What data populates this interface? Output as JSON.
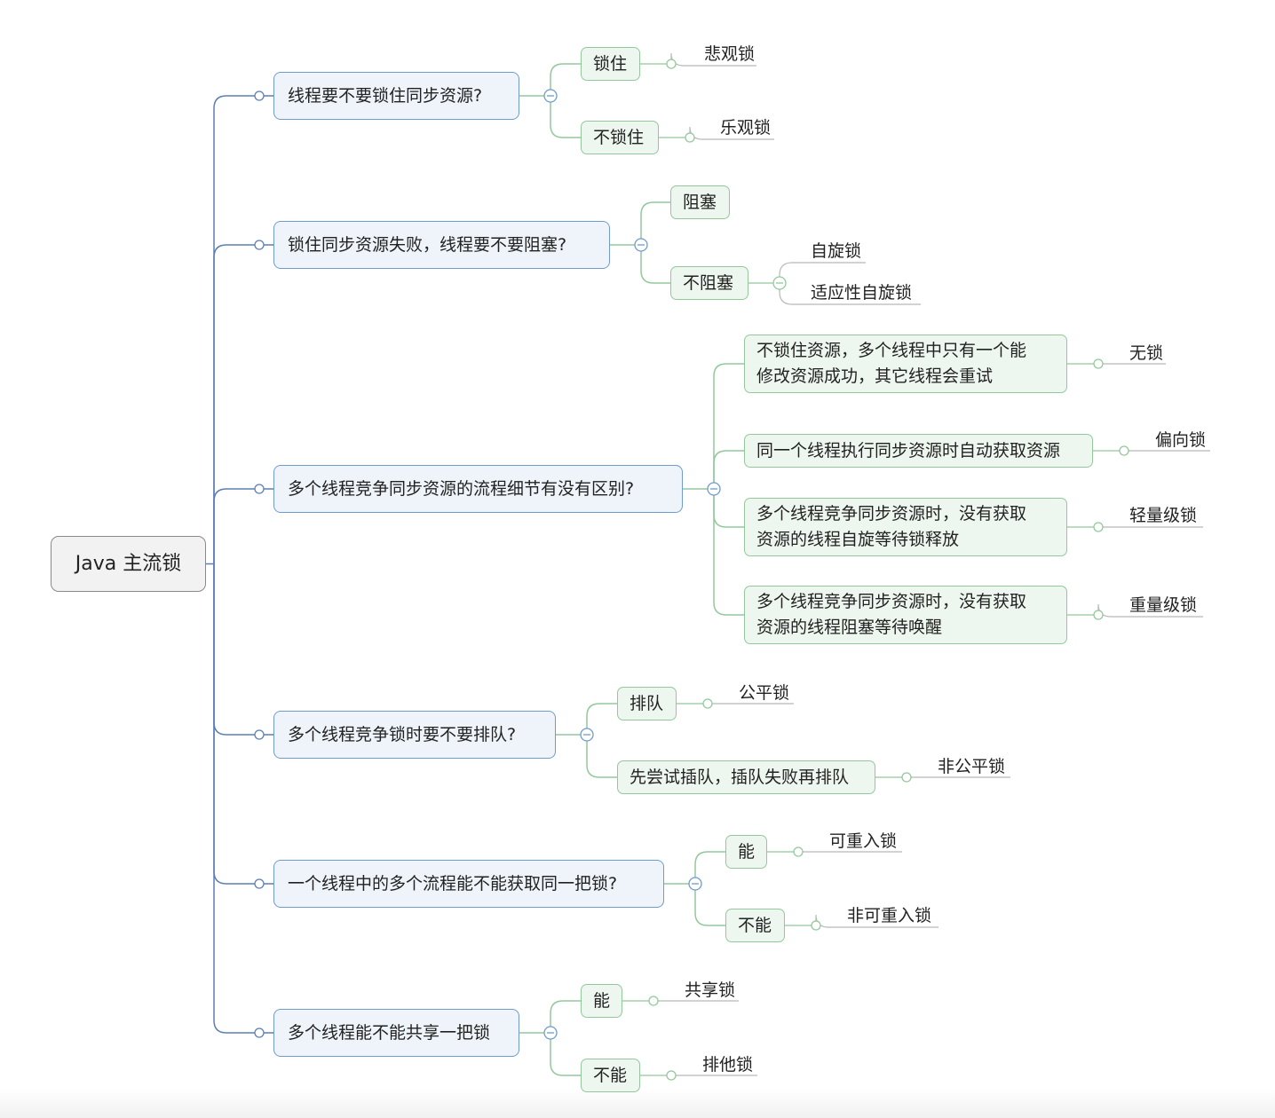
{
  "root": {
    "label": "Java 主流锁"
  },
  "branches": [
    {
      "label": "线程要不要锁住同步资源?",
      "children": [
        {
          "label": "锁住",
          "leaves": [
            "悲观锁"
          ]
        },
        {
          "label": "不锁住",
          "leaves": [
            "乐观锁"
          ]
        }
      ]
    },
    {
      "label": "锁住同步资源失败，线程要不要阻塞?",
      "children": [
        {
          "label": "阻塞",
          "leaves": []
        },
        {
          "label": "不阻塞",
          "leaves": [
            "自旋锁",
            "适应性自旋锁"
          ]
        }
      ]
    },
    {
      "label": "多个线程竞争同步资源的流程细节有没有区别?",
      "children": [
        {
          "label": "不锁住资源，多个线程中只有一个能\n修改资源成功，其它线程会重试",
          "leaves": [
            "无锁"
          ]
        },
        {
          "label": "同一个线程执行同步资源时自动获取资源",
          "leaves": [
            "偏向锁"
          ]
        },
        {
          "label": "多个线程竞争同步资源时，没有获取\n资源的线程自旋等待锁释放",
          "leaves": [
            "轻量级锁"
          ]
        },
        {
          "label": "多个线程竞争同步资源时，没有获取\n资源的线程阻塞等待唤醒",
          "leaves": [
            "重量级锁"
          ]
        }
      ]
    },
    {
      "label": "多个线程竞争锁时要不要排队?",
      "children": [
        {
          "label": "排队",
          "leaves": [
            "公平锁"
          ]
        },
        {
          "label": "先尝试插队，插队失败再排队",
          "leaves": [
            "非公平锁"
          ]
        }
      ]
    },
    {
      "label": "一个线程中的多个流程能不能获取同一把锁?",
      "children": [
        {
          "label": "能",
          "leaves": [
            "可重入锁"
          ]
        },
        {
          "label": "不能",
          "leaves": [
            "非可重入锁"
          ]
        }
      ]
    },
    {
      "label": "多个线程能不能共享一把锁",
      "children": [
        {
          "label": "能",
          "leaves": [
            "共享锁"
          ]
        },
        {
          "label": "不能",
          "leaves": [
            "排他锁"
          ]
        }
      ]
    }
  ],
  "colors": {
    "root_line": "#5b7fb5",
    "branch_line": "#6f9ccc",
    "child_line": "#93c89d",
    "leaf_underline": "#b8b8b8"
  }
}
